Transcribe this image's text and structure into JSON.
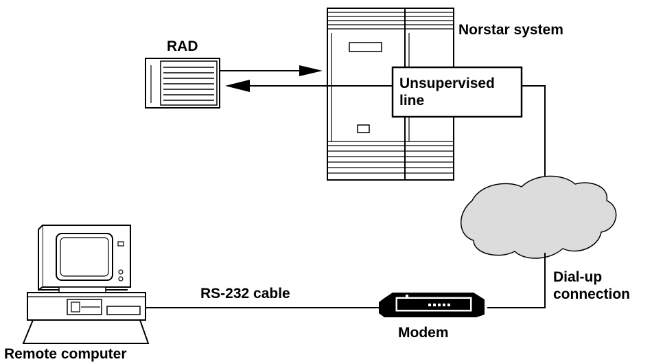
{
  "labels": {
    "rad": "RAD",
    "norstar": "Norstar system",
    "unsupervised_line": [
      "Unsupervised",
      "line"
    ],
    "dialup": [
      "Dial-up",
      "connection"
    ],
    "rs232": "RS-232 cable",
    "modem": "Modem",
    "remote_computer": "Remote computer"
  }
}
